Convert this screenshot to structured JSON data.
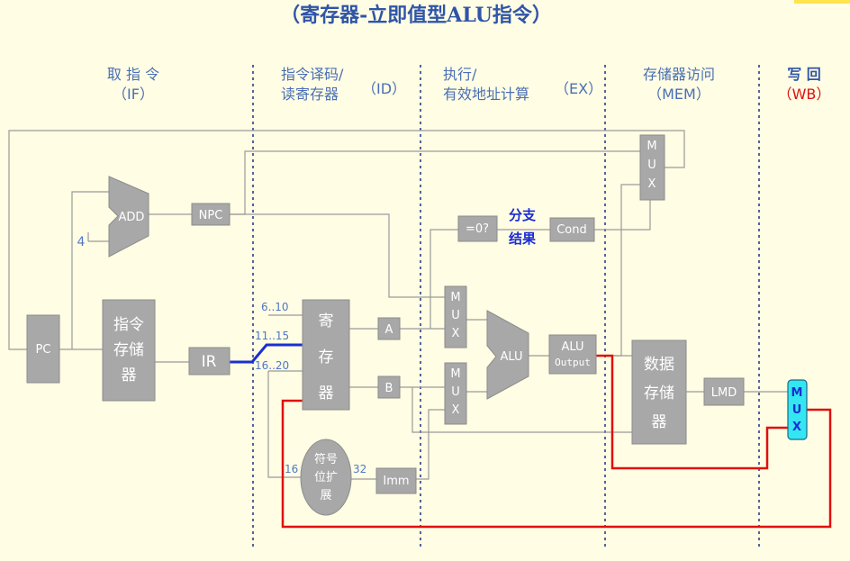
{
  "title": "（寄存器-立即值型ALU指令）",
  "stages": [
    {
      "name": "取 指 令",
      "abbr": "（IF）",
      "color": "#4a6fb5"
    },
    {
      "name": "指令译码/\n读寄存器",
      "abbr": "（ID）",
      "color": "#4a6fb5"
    },
    {
      "name": "执行/\n有效地址计算",
      "abbr": "（EX）",
      "color": "#4a6fb5"
    },
    {
      "name": "存储器访问",
      "abbr": "（MEM）",
      "color": "#4a6fb5"
    },
    {
      "name": "写 回",
      "abbr": "（WB）",
      "name_color": "#2f55a8",
      "abbr_color": "#e01010"
    }
  ],
  "components": {
    "pc": "PC",
    "adder": "ADD",
    "npc": "NPC",
    "const4": "4",
    "instr_mem": "指令存储器",
    "ir": "IR",
    "regfile": "寄存器",
    "reg_a": "A",
    "reg_b": "B",
    "sign_ext": "符号位扩展",
    "imm": "Imm",
    "zero_test": "=0?",
    "branch_label": "分支结果",
    "cond": "Cond",
    "alu": "ALU",
    "alu_output": "ALU Output",
    "data_mem": "数据存储器",
    "lmd": "LMD",
    "mux": "MUX"
  },
  "bit_fields": {
    "rs": "6..10",
    "rt": "11..15",
    "rd": "16..20",
    "in16": "16",
    "out32": "32"
  },
  "colors": {
    "highlight_path": "#1a2fd0",
    "writeback_path": "#e01010",
    "wb_mux": "#33e6f2",
    "component": "#a8a8a8"
  }
}
